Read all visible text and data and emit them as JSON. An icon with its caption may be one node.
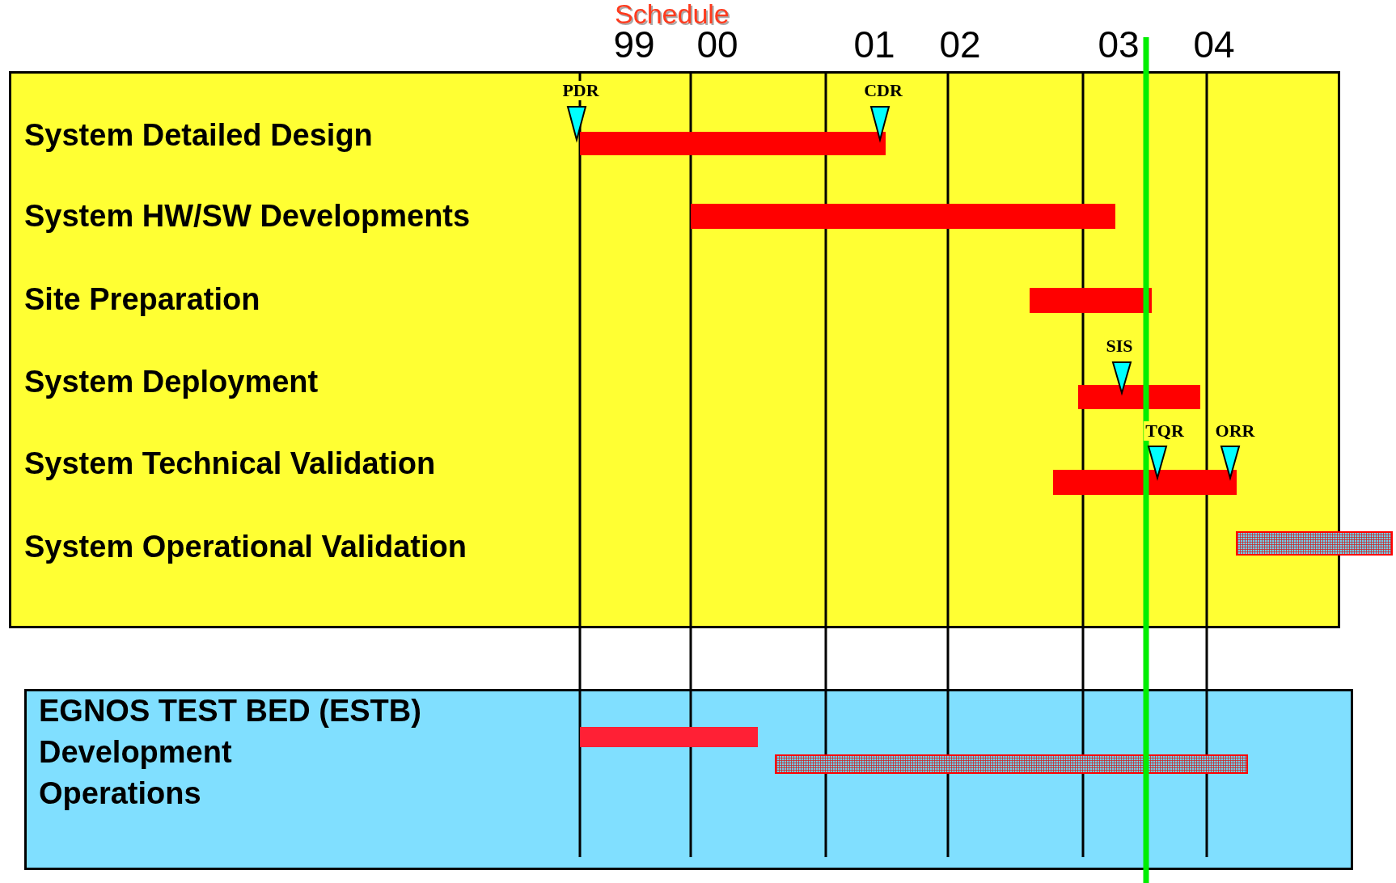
{
  "diagram": {
    "title": "Schedule",
    "nodes": [
      {
        "text": [
          "System Detailed Design",
          "System HW/SW Developments",
          "Site Preparation",
          "System Deployment",
          "System Technical Validation",
          "System Operational Validation"
        ]
      },
      {
        "text": [],
        "shape": "bar",
        "in": 0
      },
      {
        "text": [],
        "shape": "bar",
        "in": 0
      },
      {
        "text": [],
        "shape": "bar",
        "in": 0
      },
      {
        "text": [],
        "shape": "bar",
        "in": 0
      },
      {
        "text": [],
        "shape": "bar",
        "in": 0
      },
      {
        "text": [],
        "shape": "bar"
      },
      {
        "text": [
          "EGNOS TEST BED (ESTB)",
          "Development",
          "Operations"
        ]
      },
      {
        "text": [],
        "shape": "bar",
        "in": 7
      },
      {
        "text": [],
        "shape": "bar",
        "in": 7
      }
    ],
    "edges": [],
    "labels": [
      "99",
      "00",
      "01",
      "02",
      "03",
      "04",
      "PDR",
      "CDR",
      "SIS",
      "TQR",
      "ORR"
    ]
  }
}
